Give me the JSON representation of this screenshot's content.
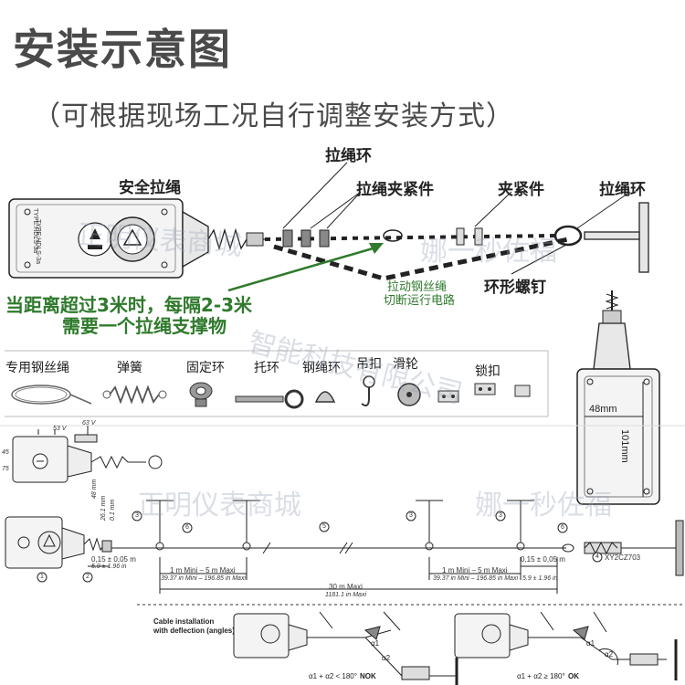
{
  "title": "安装示意图",
  "subtitle": "（可根据现场工况自行调整安装方式）",
  "labels": {
    "rope_ring_top": "拉绳环",
    "safety_rope": "安全拉绳",
    "rope_clamp": "拉绳夹紧件",
    "clamp": "夹紧件",
    "rope_ring_right": "拉绳环",
    "ring_screw": "环形螺钉",
    "pull_note_1": "拉动钢丝绳",
    "pull_note_2": "切断运行电路",
    "support_note_1": "当距离超过3米时，每隔2-3米",
    "support_note_2": "需要一个拉绳支撑物"
  },
  "device": {
    "type_label": "TYPE:HDLS-3a"
  },
  "accessories": [
    {
      "name": "专用钢丝绳",
      "icon": "wire-coil-icon"
    },
    {
      "name": "弹簧",
      "icon": "spring-icon"
    },
    {
      "name": "固定环",
      "icon": "fixing-ring-icon"
    },
    {
      "name": "托环",
      "icon": "eye-bolt-icon"
    },
    {
      "name": "钢绳环",
      "icon": "thimble-icon"
    },
    {
      "name": "吊扣",
      "icon": "hook-icon"
    },
    {
      "name": "滑轮",
      "icon": "pulley-icon"
    },
    {
      "name": "锁扣",
      "icon": "wire-lock-icon"
    }
  ],
  "side_view": {
    "dim_width": "48mm",
    "dim_height": "101mm"
  },
  "dimensions": {
    "top_a": "53 V",
    "top_b": "63 V",
    "left_a": "45",
    "left_b": "75",
    "spacing_1": "0,15 ± 0,05 m",
    "spacing_1_in": "5.9 ± 1.96 in",
    "span_1": "1 m Mini – 5 m Maxi",
    "span_1_in": "39.37 in Mini – 196.85 in Maxi",
    "span_2": "1 m Mini – 5 m Maxi",
    "span_2_in": "39.37 in Mini – 196.85 in Maxi",
    "spacing_2": "0,15 ± 0,05 m",
    "spacing_2_in": "5.9 ± 1.96 in",
    "total": "30 m Maxi",
    "total_in": "1181.1 in Maxi",
    "v1": "48 mm",
    "v2": "26.1 mm",
    "v3": "0.1 mm",
    "part_code": "XY2CZ703"
  },
  "callouts": [
    "1",
    "2",
    "3",
    "4",
    "5",
    "6"
  ],
  "deflection": {
    "title_1": "Cable installation",
    "title_2": "with deflection (angles)",
    "nok_formula": "α1 + α2 < 180°",
    "nok": "NOK",
    "ok_formula": "α1 + α2 ≥ 180°",
    "ok": "OK",
    "a1": "α1",
    "a2": "α2"
  },
  "watermarks": [
    "正明仪表商城",
    "娜一秒佐福",
    "智能科技有限公司",
    "正明仪表商城",
    "娜一秒佐福"
  ],
  "colors": {
    "title": "#4a4a4a",
    "green_note": "#2f7a2c",
    "device_face": "#eeeeee",
    "line": "#222222"
  }
}
